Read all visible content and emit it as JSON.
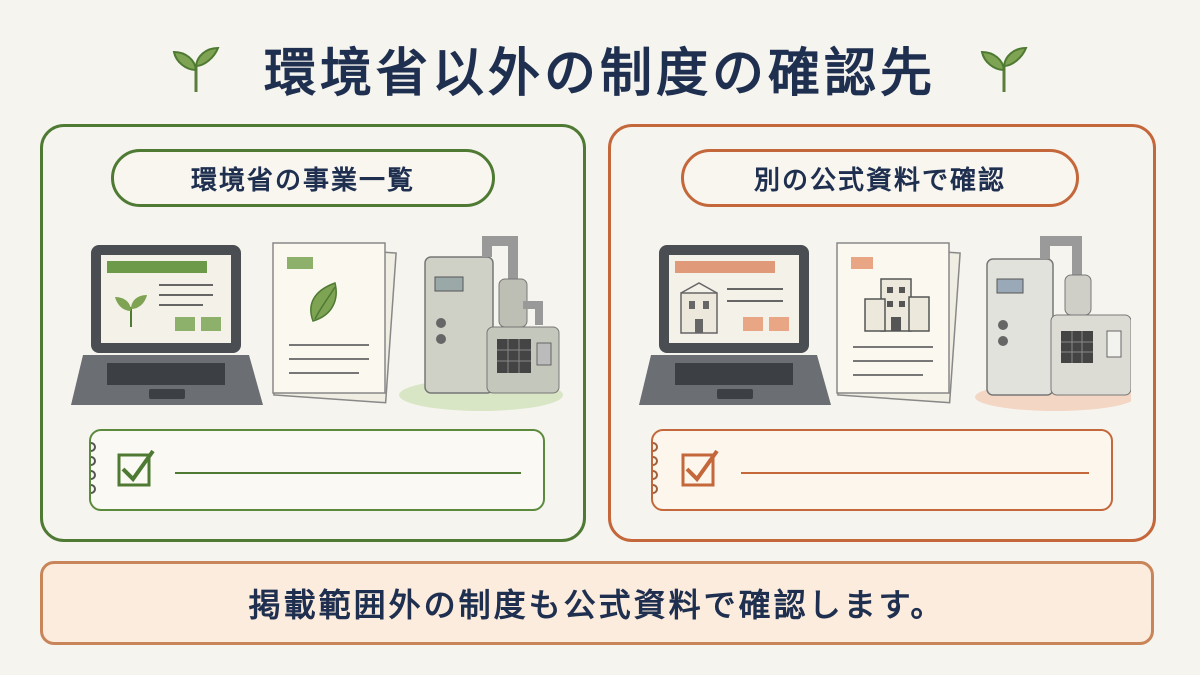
{
  "title": "環境省以外の制度の確認先",
  "left_panel": {
    "label": "環境省の事業一覧",
    "accent": "#4f7a33"
  },
  "right_panel": {
    "label": "別の公式資料で確認",
    "accent": "#c4673a"
  },
  "footer": {
    "text": "掲載範囲外の制度も公式資料で確認します。"
  },
  "icons": [
    "sprout-icon",
    "laptop-icon",
    "document-icon",
    "machine-icon",
    "building-icon",
    "checkbox-icon"
  ]
}
